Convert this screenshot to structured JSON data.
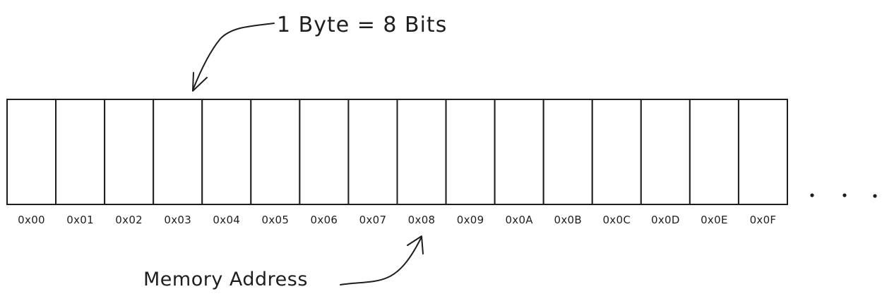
{
  "diagram": {
    "title": "1 Byte = 8 Bits",
    "pointer_label": "Memory Address",
    "ellipsis": ". . .",
    "addresses": [
      "0x00",
      "0x01",
      "0x02",
      "0x03",
      "0x04",
      "0x05",
      "0x06",
      "0x07",
      "0x08",
      "0x09",
      "0x0A",
      "0x0B",
      "0x0C",
      "0x0D",
      "0x0E",
      "0x0F"
    ]
  }
}
